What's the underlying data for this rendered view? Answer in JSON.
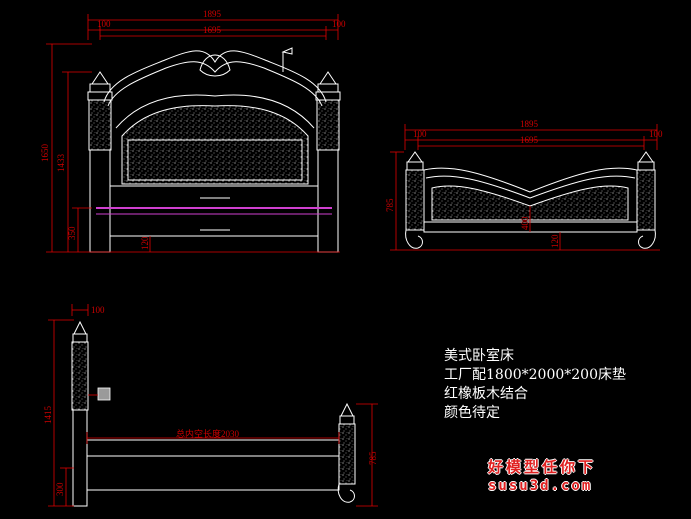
{
  "notes": {
    "line1": "美式卧室床",
    "line2": "工厂配1800*2000*200床垫",
    "line3": "红橡板木结合",
    "line4": "颜色待定"
  },
  "watermark": {
    "line1": "好模型任你下",
    "line2": "susu3d.com"
  },
  "headboard_dims": {
    "overall_width": "1895",
    "inner_width": "1695",
    "left_offset": "100",
    "right_offset": "100",
    "total_height": "1650",
    "panel_height": "1433",
    "bottom_height": "350",
    "rail_height": "120"
  },
  "footboard_dims": {
    "overall_width": "1895",
    "inner_width": "1695",
    "left_offset": "100",
    "right_offset": "100",
    "height": "785",
    "panel_height": "400",
    "rail_height": "120"
  },
  "side_dims": {
    "post_width": "100",
    "total_height": "1415",
    "bed_length": "总内空长度2030",
    "foot_height": "785",
    "bottom_height": "300"
  },
  "colors": {
    "background": "#000000",
    "linework": "#ffffff",
    "dimension": "#e00000",
    "highlight": "#d040d0"
  }
}
